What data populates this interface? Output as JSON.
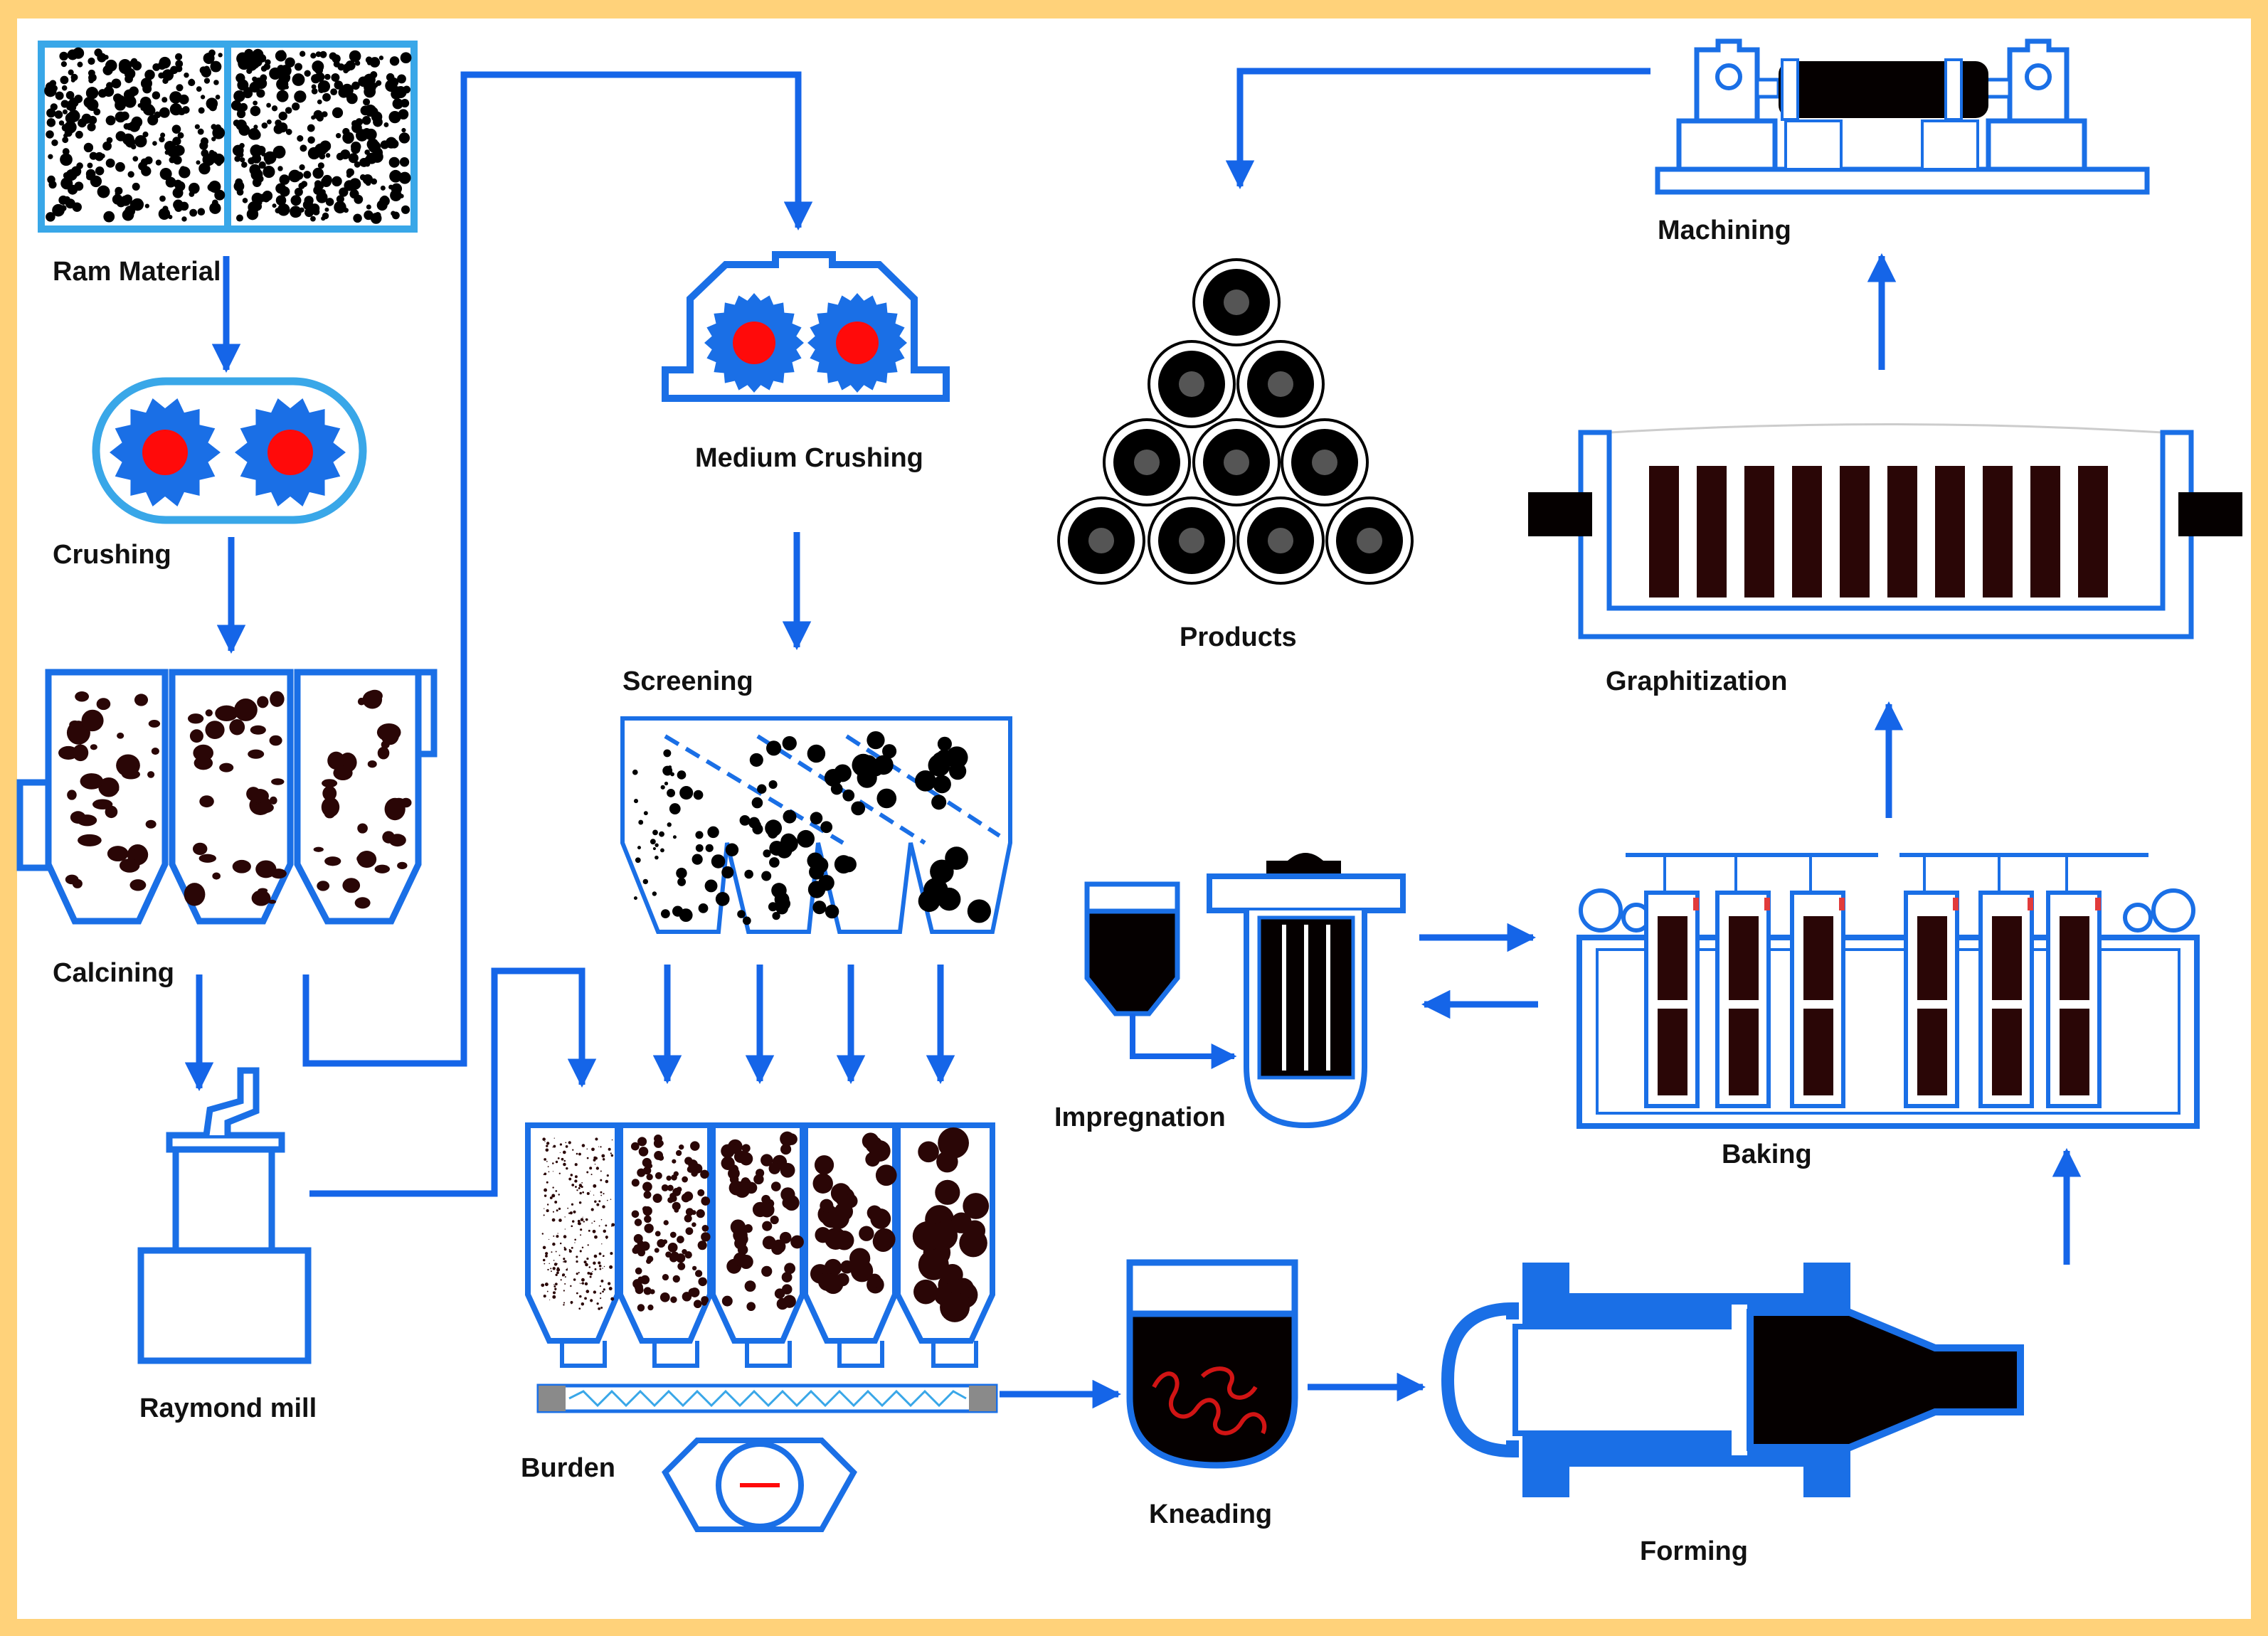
{
  "colors": {
    "frame": "#ffd27a",
    "background": "#ffffff",
    "flow_line": "#1565e8",
    "machine_blue": "#1a6fe6",
    "light_blue": "#39a7e8",
    "dark_fill": "#2a0606",
    "roller_center": "#ff0a0a",
    "black": "#000000"
  },
  "stages": {
    "raw_material": "Ram Material",
    "crushing": "Crushing",
    "calcining": "Calcining",
    "raymond_mill": "Raymond mill",
    "medium_crushing": "Medium Crushing",
    "screening": "Screening",
    "burden": "Burden",
    "kneading": "Kneading",
    "forming": "Forming",
    "impregnation": "Impregnation",
    "baking": "Baking",
    "graphitization": "Graphitization",
    "machining": "Machining",
    "products": "Products"
  },
  "icons": [
    "raw-material-sample-icon",
    "double-roll-crusher-icon",
    "calcining-furnace-icon",
    "raymond-mill-icon",
    "medium-crusher-icon",
    "vibrating-screen-icon",
    "burden-bins-icon",
    "batching-scale-icon",
    "kneading-mixer-icon",
    "extrusion-press-icon",
    "impregnation-tank-icon",
    "autoclave-icon",
    "baking-furnace-icon",
    "graphitization-furnace-icon",
    "lathe-icon",
    "electrode-stack-icon"
  ]
}
